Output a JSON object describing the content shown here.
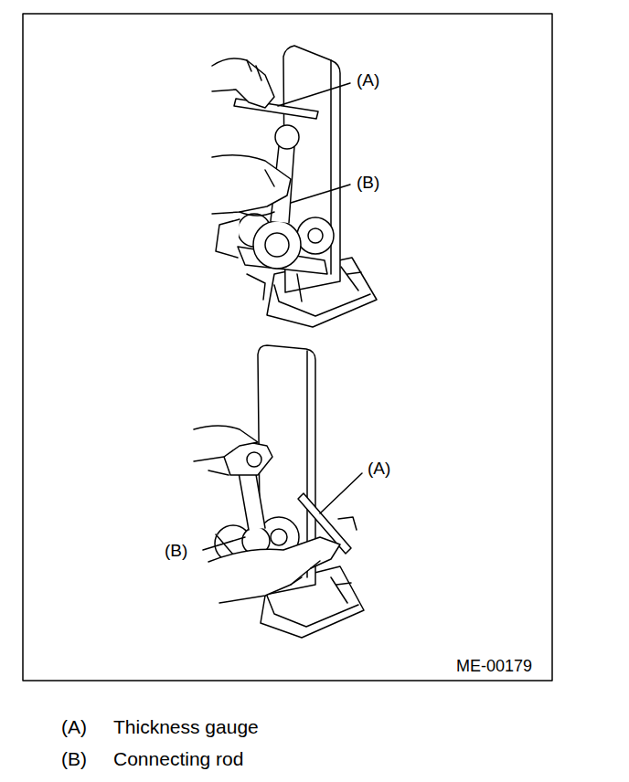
{
  "diagram": {
    "labels": [
      "(A)",
      "(B)",
      "(A)",
      "(B)",
      "ME-00179",
      "(A)",
      "Thickness gauge",
      "(B)",
      "Connecting rod"
    ]
  }
}
